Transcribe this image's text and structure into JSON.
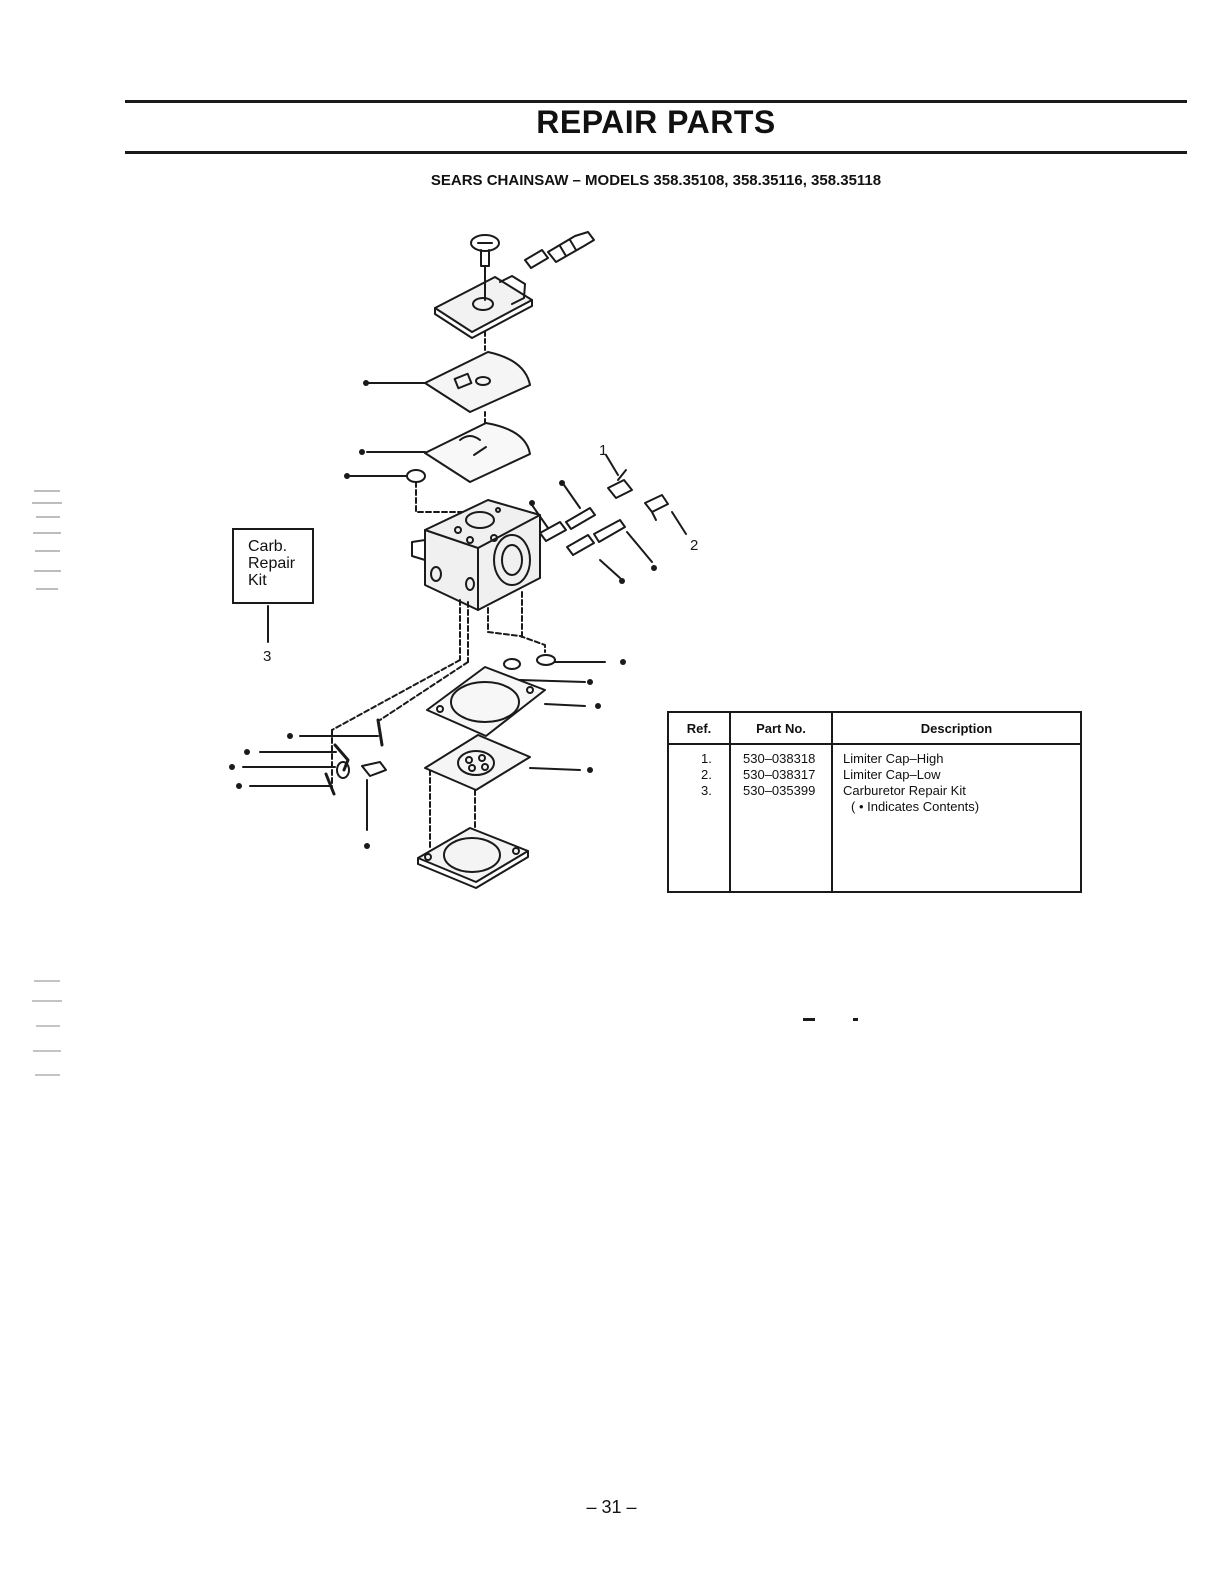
{
  "header": {
    "title": "REPAIR PARTS",
    "subtitle": "SEARS CHAINSAW – MODELS 358.35108, 358.35116, 358.35118"
  },
  "diagram": {
    "callouts": {
      "one": "1",
      "two": "2",
      "three": "3"
    },
    "kit_label": {
      "line1": "Carb.",
      "line2": "Repair",
      "line3": "Kit"
    }
  },
  "parts_table": {
    "headers": {
      "ref": "Ref.",
      "part_no": "Part No.",
      "description": "Description"
    },
    "rows": [
      {
        "ref": "1.",
        "part_no": "530–038318",
        "description": "Limiter Cap–High"
      },
      {
        "ref": "2.",
        "part_no": "530–038317",
        "description": "Limiter Cap–Low"
      },
      {
        "ref": "3.",
        "part_no": "530–035399",
        "description": "Carburetor Repair Kit"
      }
    ],
    "note": "( • Indicates Contents)"
  },
  "footer": {
    "page_number": "– 31 –"
  }
}
